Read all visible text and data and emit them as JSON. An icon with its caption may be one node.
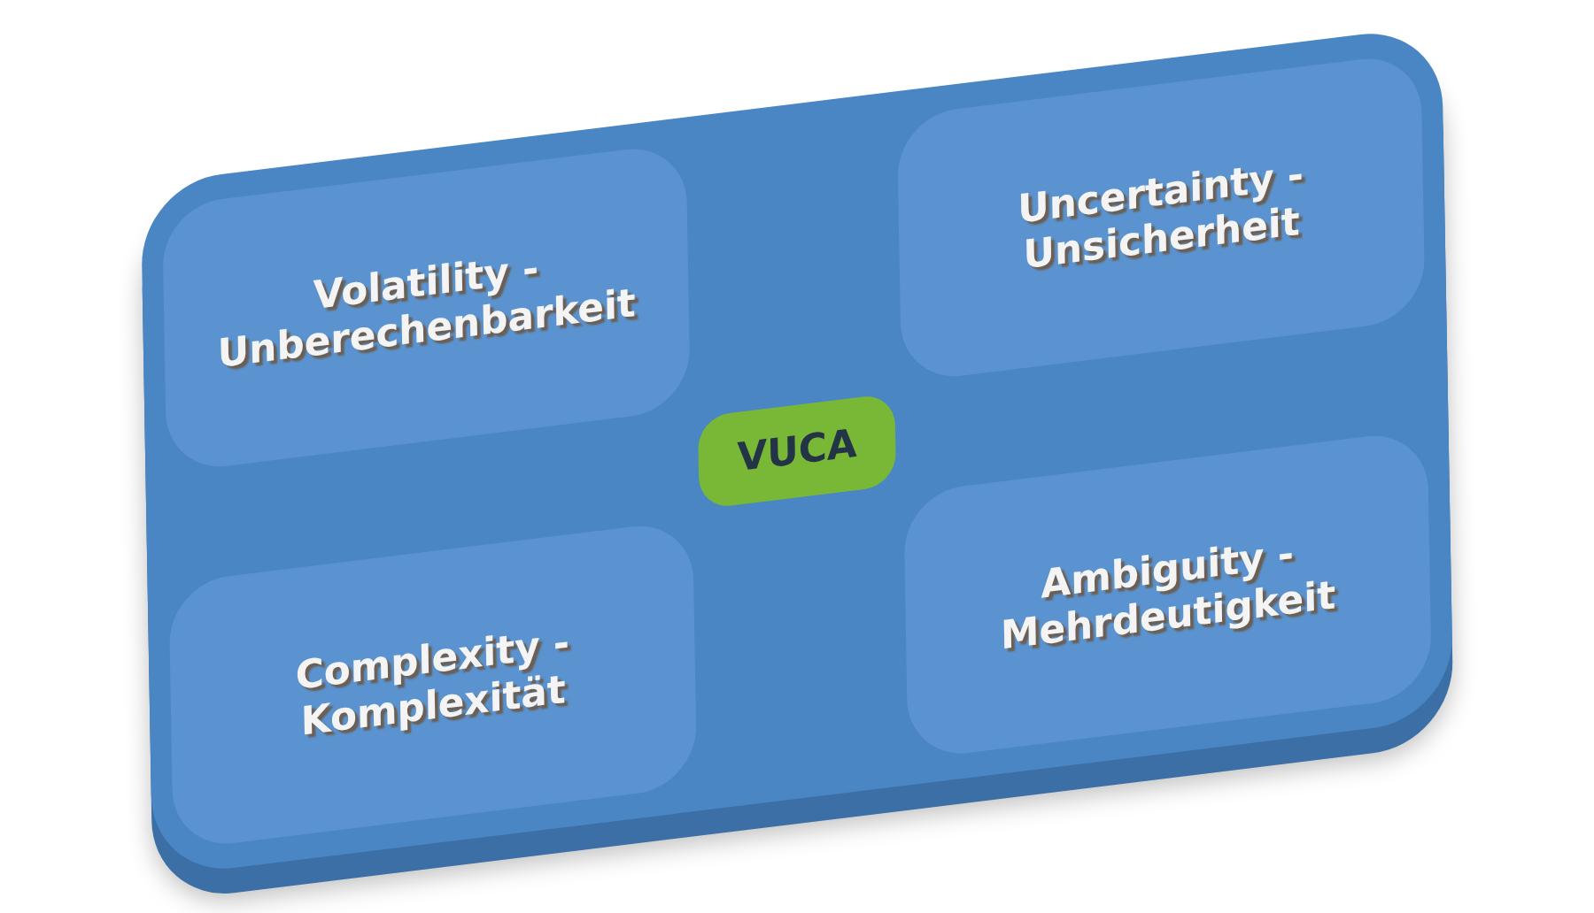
{
  "diagram": {
    "nodes": [
      {
        "text": [
          "Volatility - Unberechenbarkeit"
        ]
      },
      {
        "text": [
          "Uncertainty - Unsicherheit"
        ]
      },
      {
        "text": [
          "VUCA"
        ]
      },
      {
        "text": [
          "Complexity - Komplexität"
        ]
      },
      {
        "text": [
          "Ambiguity - Mehrdeutigkeit"
        ]
      }
    ],
    "edges": []
  }
}
